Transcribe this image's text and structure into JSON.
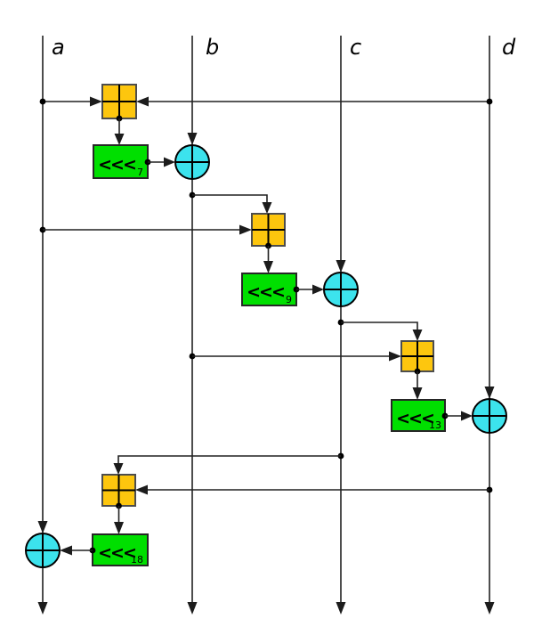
{
  "diagram": {
    "lanes": [
      "a",
      "b",
      "c",
      "d"
    ],
    "rotate_symbol": "<<<",
    "rotations": [
      "7",
      "9",
      "13",
      "18"
    ],
    "operations": [
      {
        "add_inputs": [
          "a",
          "d"
        ],
        "rotate_by": "7",
        "xor_into": "b"
      },
      {
        "add_inputs": [
          "a",
          "b"
        ],
        "rotate_by": "9",
        "xor_into": "c"
      },
      {
        "add_inputs": [
          "b",
          "c"
        ],
        "rotate_by": "13",
        "xor_into": "d"
      },
      {
        "add_inputs": [
          "c",
          "d"
        ],
        "rotate_by": "18",
        "xor_into": "a"
      }
    ],
    "colors": {
      "add_box": "#fdc60e",
      "rotate_box": "#00df00",
      "xor_circle": "#3ce3ed",
      "line": "#1c1c1c"
    }
  }
}
